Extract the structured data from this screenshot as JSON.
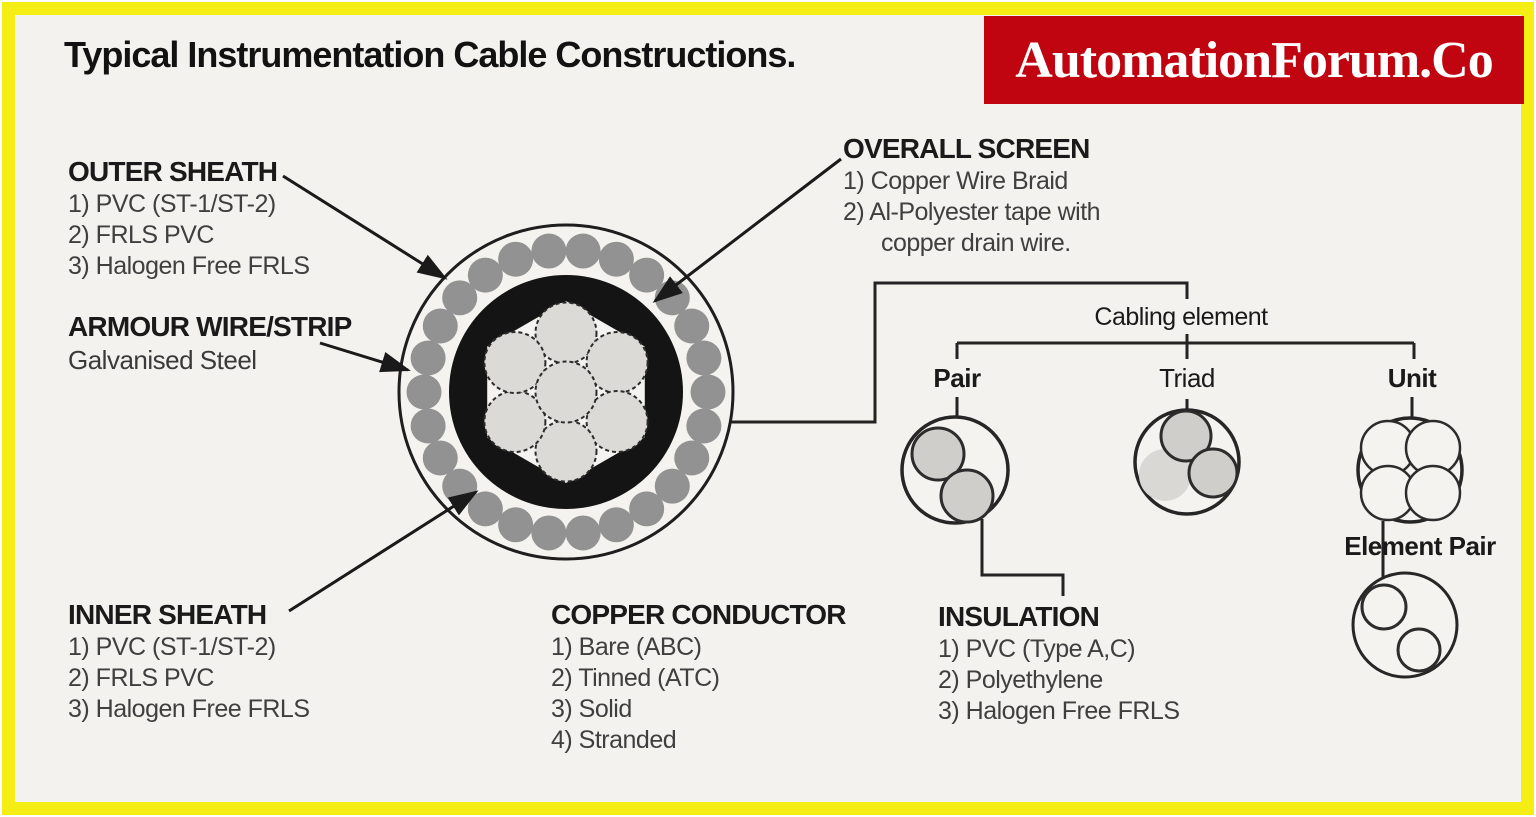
{
  "title": "Typical Instrumentation Cable Constructions.",
  "brand": "AutomationForum.Co",
  "colors": {
    "background": "#f3f2ef",
    "border_yellow": "#f4ee15",
    "banner_red": "#c00511",
    "banner_text": "#ffffff",
    "ink": "#1a1a1a",
    "list_ink": "#3f3f3f",
    "armour_wire_gray": "#929292",
    "conductor_fill": "#dbdad6",
    "element_gray": "#cfcecb",
    "overall_screen_black": "#141414"
  },
  "labels": {
    "outer_sheath": {
      "title": "OUTER SHEATH",
      "items": [
        "1) PVC (ST-1/ST-2)",
        "2) FRLS PVC",
        "3) Halogen Free FRLS"
      ]
    },
    "armour": {
      "title": "ARMOUR WIRE/STRIP",
      "subtitle": "Galvanised Steel"
    },
    "inner_sheath": {
      "title": "INNER SHEATH",
      "items": [
        "1) PVC (ST-1/ST-2)",
        "2) FRLS PVC",
        "3) Halogen Free FRLS"
      ]
    },
    "overall_screen": {
      "title": "OVERALL SCREEN",
      "items": [
        "1) Copper Wire Braid",
        "2) Al-Polyester tape with",
        "copper drain wire."
      ]
    },
    "copper_conductor": {
      "title": "COPPER CONDUCTOR",
      "items": [
        "1) Bare (ABC)",
        "2) Tinned (ATC)",
        "3) Solid",
        "4) Stranded"
      ]
    },
    "insulation": {
      "title": "INSULATION",
      "items": [
        "1) PVC (Type A,C)",
        "2) Polyethylene",
        "3) Halogen Free FRLS"
      ]
    }
  },
  "tree": {
    "root_label": "Cabling element",
    "branches": [
      {
        "label": "Pair"
      },
      {
        "label": "Triad"
      },
      {
        "label": "Unit"
      }
    ],
    "element_pair_label": "Element Pair"
  }
}
